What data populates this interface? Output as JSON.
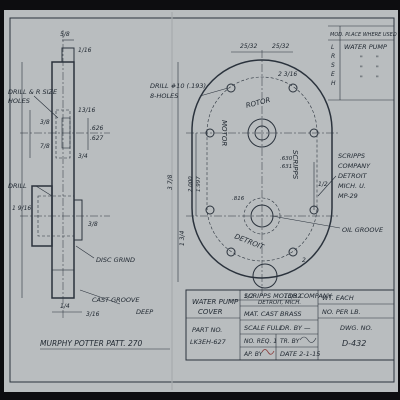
{
  "sheet": {
    "paper_color": "#b9bdbf",
    "ink_color": "#2a323c"
  },
  "side_view": {
    "drill_label_1": "DRILL & R SIZE",
    "drill_label_2": "HOLES",
    "drill_label_3": "DRILL",
    "disc_grind": "DISC GRIND",
    "cast_groove": "CAST GROOVE",
    "cast_groove_depth": "DEEP",
    "dims": [
      "5/8",
      "1/16",
      "3/8",
      "13/16",
      ".626",
      ".627",
      "3/4",
      "1 9/16",
      "7/8",
      "3/8",
      "1/4",
      "3/16"
    ],
    "pattern_ref": "MURPHY POTTER PATT. 270"
  },
  "front_view": {
    "drill_label": "DRILL #10 (.193)",
    "holes_label": "8-HOLES",
    "oil_groove": "OIL GROOVE",
    "cast_letters_top": "ROTOR",
    "cast_letters_mid": "SCRIPPS",
    "cast_letters_low": "MOTOR",
    "cast_letters_bot": "DETROIT",
    "dims": [
      "25/32",
      "25/32",
      "2 3/16",
      ".630",
      ".631",
      "3 7/8",
      "2.000",
      "1.997",
      "1 3/4",
      ".816",
      "1/2",
      "1/2",
      "13/32",
      "2"
    ]
  },
  "revisions": {
    "header": "MOD. PLACE WHERE USED",
    "letters": [
      "L",
      "R",
      "S",
      "E",
      "H"
    ],
    "first_entry": "WATER PUMP"
  },
  "note": {
    "lines": [
      "SCRIPPS",
      "COMPANY",
      "DETROIT",
      "MICH. U.",
      "MP-29"
    ]
  },
  "title_block": {
    "name_line1": "WATER PUMP",
    "name_line2": "COVER",
    "company_line1": "SCRIPPS MOTOR COMPANY",
    "company_line2": "DETROIT, MICH.",
    "material": "MAT. CAST BRASS",
    "scale": "SCALE FULL",
    "drawn_by": "DR. BY —",
    "part_no_label": "PART NO.",
    "part_no": "LK3EH-627",
    "no_reqd": "NO. REQ. 1",
    "traced_by": "TR. BY",
    "approved_by": "AP. BY",
    "date": "DATE 2-1-15",
    "weight_label": "WT. EACH",
    "no_per_lb": "NO. PER LB.",
    "dwg_no_label": "DWG. NO.",
    "dwg_no": "D-432"
  }
}
